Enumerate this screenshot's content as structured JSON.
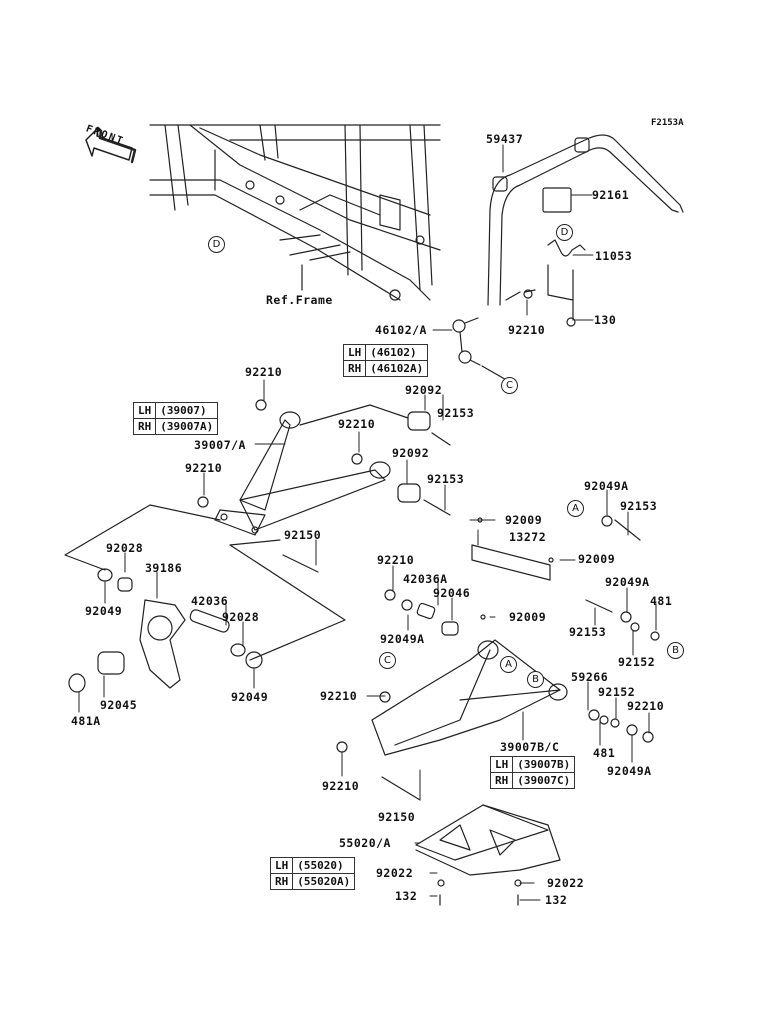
{
  "diagram": {
    "figure_code": "F2153A",
    "front_arrow": "FRONT",
    "ref_label": "Ref.Frame",
    "callouts": {
      "59437": "59437",
      "92161": "92161",
      "11053": "11053",
      "130": "130",
      "92210_top": "92210",
      "46102A": "46102/A",
      "92210_a": "92210",
      "92092_a": "92092",
      "92153_a": "92153",
      "39007A": "39007/A",
      "92210_b": "92210",
      "92092_b": "92092",
      "92153_b": "92153",
      "92210_c": "92210",
      "92009_a": "92009",
      "13272": "13272",
      "92009_b": "92009",
      "92150_a": "92150",
      "92028_a": "92028",
      "39186": "39186",
      "92049_a": "92049",
      "42036": "42036",
      "92028_b": "92028",
      "92049_b": "92049",
      "92045": "92045",
      "481A": "481A",
      "92049A_a": "92049A",
      "92153_c": "92153",
      "92210_d": "92210",
      "42036A": "42036A",
      "92046": "92046",
      "92049A_b": "92049A",
      "92009_c": "92009",
      "92049A_c": "92049A",
      "481_a": "481",
      "92153_d": "92153",
      "92152_a": "92152",
      "59266": "59266",
      "92152_b": "92152",
      "92210_e": "92210",
      "481_b": "481",
      "92049A_d": "92049A",
      "92210_f": "92210",
      "39007BC": "39007B/C",
      "92210_g": "92210",
      "92150_b": "92150",
      "55020A": "55020/A",
      "92022_a": "92022",
      "92022_b": "92022",
      "132_a": "132",
      "132_b": "132"
    },
    "circle_markers": {
      "D_top": "D",
      "D_frame": "D",
      "C_link": "C",
      "A_right": "A",
      "B_right": "B",
      "C_lower": "C",
      "A_lower": "A",
      "B_lower": "B"
    },
    "tables": {
      "link": [
        {
          "side": "LH",
          "part": "(46102)"
        },
        {
          "side": "RH",
          "part": "(46102A)"
        }
      ],
      "upper_arm": [
        {
          "side": "LH",
          "part": "(39007)"
        },
        {
          "side": "RH",
          "part": "(39007A)"
        }
      ],
      "lower_arm": [
        {
          "side": "LH",
          "part": "(39007B)"
        },
        {
          "side": "RH",
          "part": "(39007C)"
        }
      ],
      "guard": [
        {
          "side": "LH",
          "part": "(55020)"
        },
        {
          "side": "RH",
          "part": "(55020A)"
        }
      ]
    }
  }
}
